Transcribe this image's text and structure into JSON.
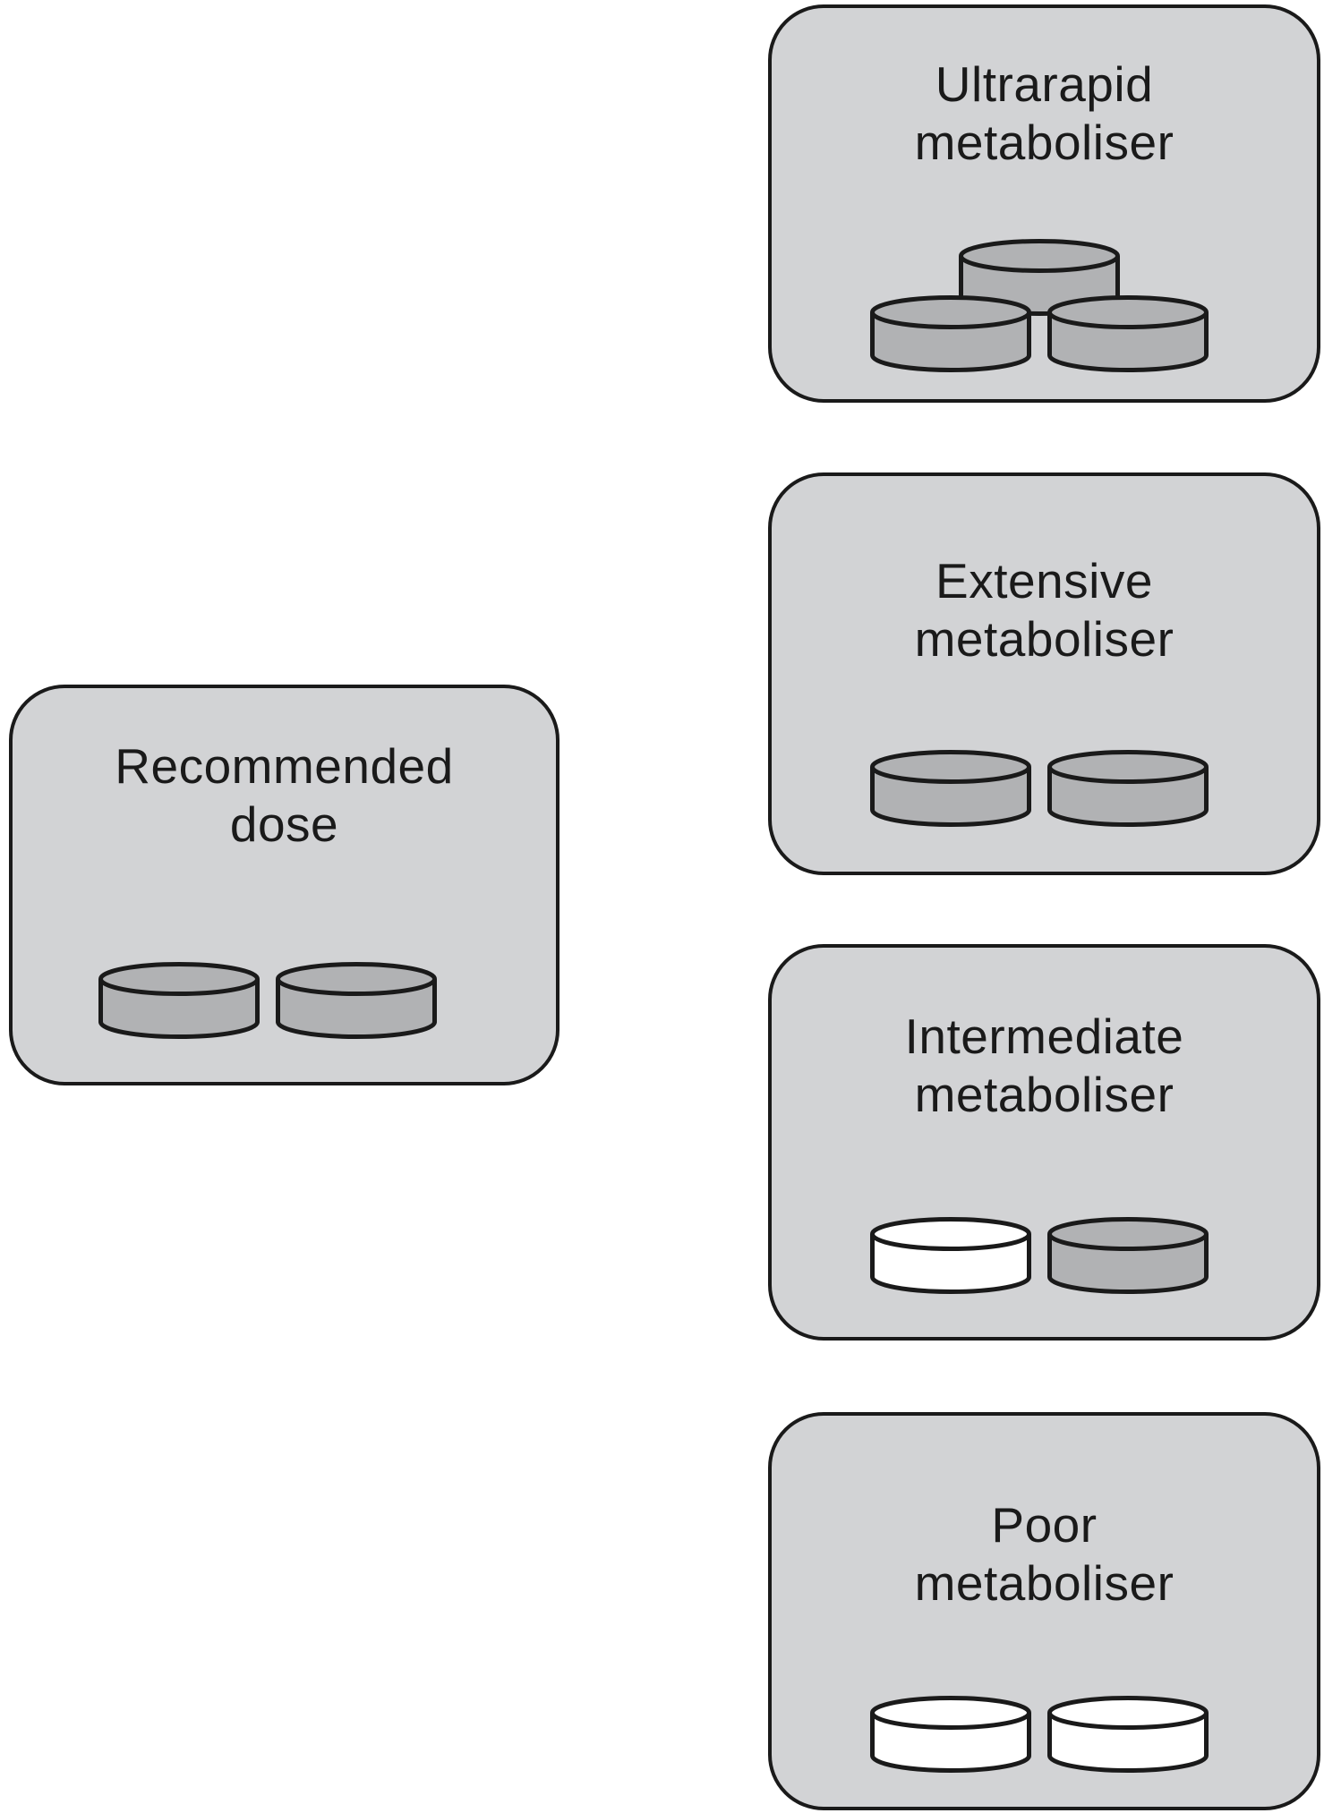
{
  "figure": {
    "description_visible_text_only": true,
    "boxes": {
      "recommended": {
        "line1": "Recommended",
        "line2": "dose",
        "tablet_count": 2,
        "tablet_fills": [
          "gray",
          "gray"
        ]
      },
      "ultrarapid": {
        "line1": "Ultrarapid",
        "line2": "metaboliser",
        "tablet_count": 3,
        "tablet_fills": [
          "gray",
          "gray",
          "gray"
        ]
      },
      "extensive": {
        "line1": "Extensive",
        "line2": "metaboliser",
        "tablet_count": 2,
        "tablet_fills": [
          "gray",
          "gray"
        ]
      },
      "intermediate": {
        "line1": "Intermediate",
        "line2": "metaboliser",
        "tablet_count": 2,
        "tablet_fills": [
          "white",
          "gray"
        ]
      },
      "poor": {
        "line1": "Poor",
        "line2": "metaboliser",
        "tablet_count": 2,
        "tablet_fills": [
          "white",
          "white"
        ]
      }
    }
  },
  "colors": {
    "box_fill": "#d2d3d5",
    "tablet_gray": "#b1b2b4",
    "tablet_white": "#ffffff",
    "outline": "#1a1a1a",
    "page_background": "#ffffff"
  }
}
